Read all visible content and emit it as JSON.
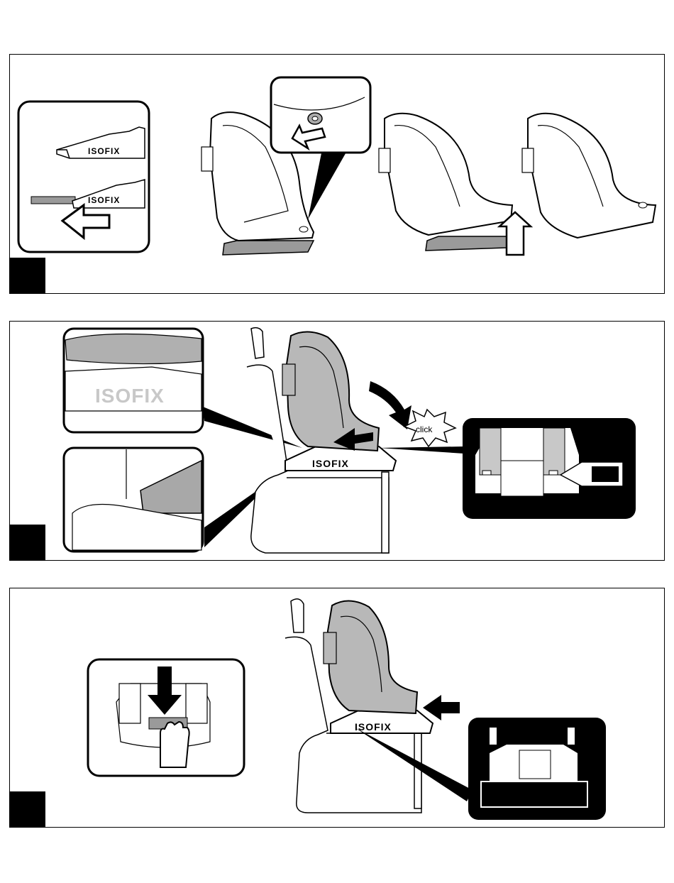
{
  "brand": {
    "logo_text": "ISOFIX",
    "logo_text_stylized": "ISØFIX"
  },
  "panel2": {
    "click_label": "click"
  },
  "icons": [
    "arrow-left-icon",
    "arrow-right-icon",
    "arrow-up-icon",
    "arrow-down-icon",
    "curved-arrow-icon",
    "hand-icon"
  ],
  "colors": {
    "ink": "#000000",
    "shell_gray": "#b8b8b8",
    "base_gray": "#9a9a9a",
    "paper": "#ffffff"
  }
}
